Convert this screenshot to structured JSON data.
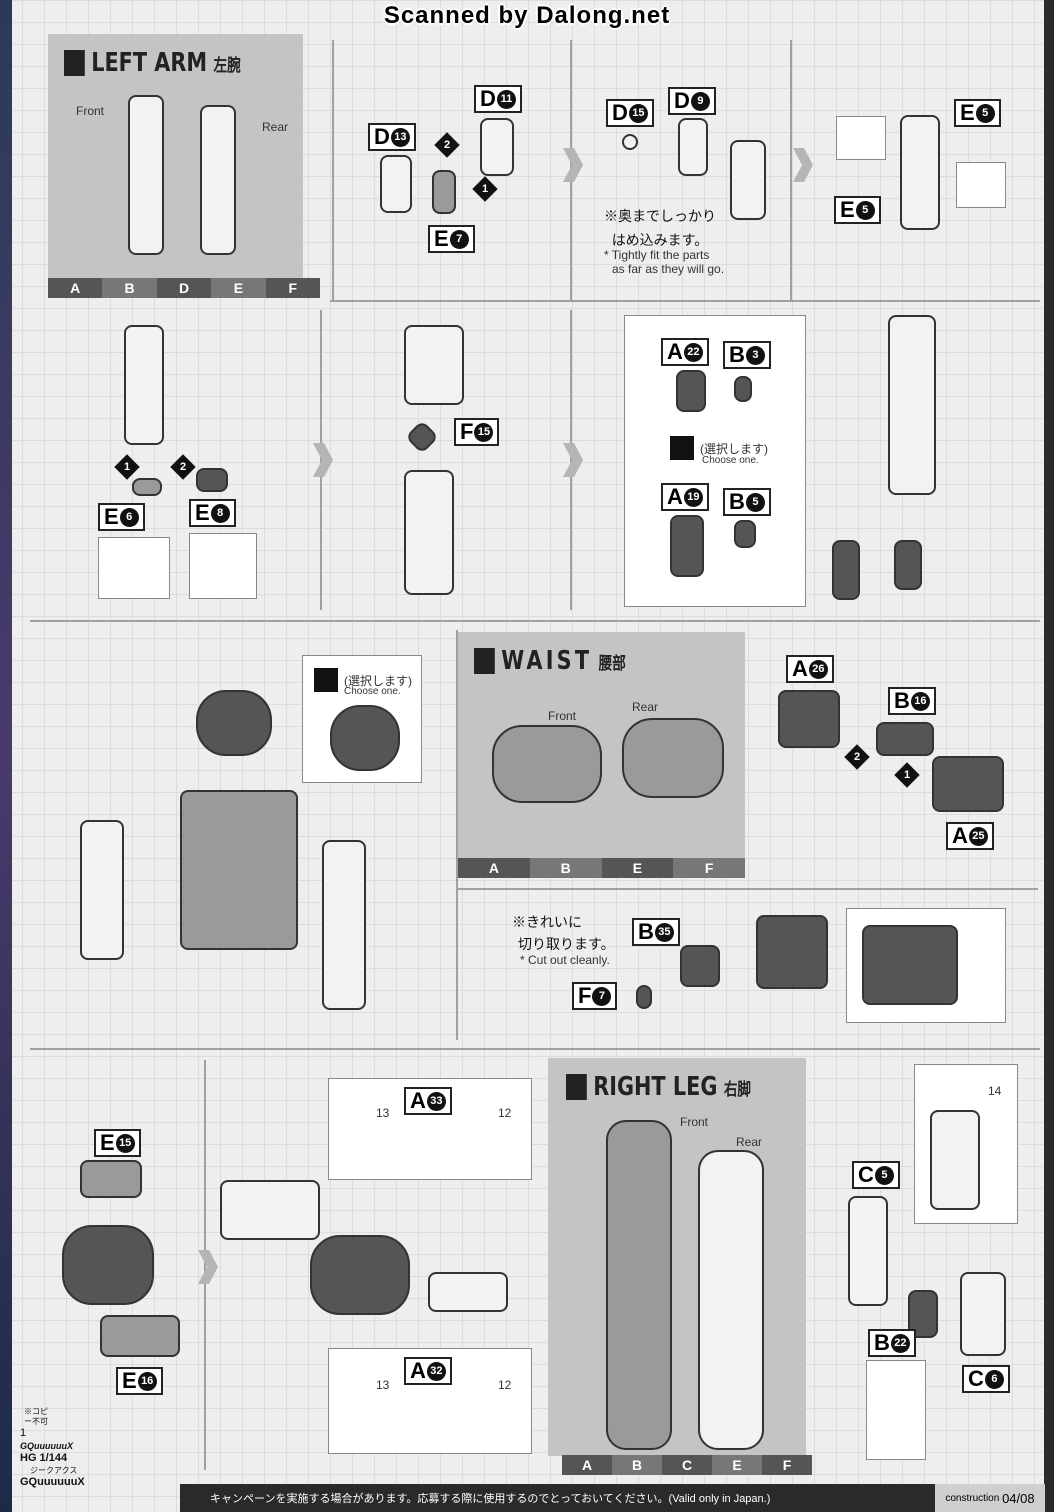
{
  "scan_credit": "Scanned by Dalong.net",
  "left_arm": {
    "title": "LEFT ARM",
    "title_jp": "左腕",
    "front": "Front",
    "rear": "Rear",
    "tabs": [
      "A",
      "B",
      "D",
      "E",
      "F"
    ]
  },
  "step1": {
    "labels": [
      "D13",
      "D11",
      "E7"
    ],
    "steps": [
      "2",
      "1"
    ]
  },
  "step2": {
    "labels": [
      "D15",
      "D9"
    ],
    "note_jp": "※奥までしっかり",
    "note_jp2": "はめ込みます。",
    "note_en": "* Tightly fit the parts",
    "note_en2": "as far as they will go."
  },
  "step3": {
    "labels": [
      "E5",
      "E5"
    ]
  },
  "step4": {
    "labels": [
      "E6",
      "E8"
    ],
    "steps": [
      "1",
      "2"
    ]
  },
  "step5": {
    "labels": [
      "F15"
    ]
  },
  "choose_box": {
    "labels": [
      "A22",
      "B3",
      "A19",
      "B5"
    ],
    "choose_jp": "(選択します)",
    "choose_en": "Choose one."
  },
  "assembly": {
    "choose_jp": "(選択します)",
    "choose_en": "Choose one."
  },
  "waist": {
    "title": "WAIST",
    "title_jp": "腰部",
    "front": "Front",
    "rear": "Rear",
    "tabs": [
      "A",
      "B",
      "E",
      "F"
    ]
  },
  "waist_step": {
    "labels": [
      "A26",
      "B16",
      "A25"
    ],
    "steps": [
      "2",
      "1"
    ]
  },
  "cut_step": {
    "labels": [
      "B35",
      "F7"
    ],
    "note_jp": "※きれいに",
    "note_jp2": "切り取ります。",
    "note_en": "* Cut out cleanly."
  },
  "waist_front": {
    "labels": [
      "E15",
      "E16"
    ]
  },
  "waist_skirt": {
    "labels": [
      "A33",
      "A32"
    ],
    "markers": [
      "13",
      "12",
      "13",
      "12"
    ]
  },
  "right_leg": {
    "title": "RIGHT LEG",
    "title_jp": "右脚",
    "front": "Front",
    "rear": "Rear",
    "tabs": [
      "A",
      "B",
      "C",
      "E",
      "F"
    ]
  },
  "leg_step": {
    "labels": [
      "C5",
      "B22",
      "C6"
    ],
    "marker": "14"
  },
  "side": {
    "copy": "※コピー不可",
    "num": "1",
    "brand": "GQuuuuuuX",
    "scale": "HG 1/144",
    "name_jp": "ジークアクス",
    "name": "GQuuuuuuX"
  },
  "footer": {
    "text": "キャンペーンを実施する場合があります。応募する際に使用するのでとっておいてください。(Valid only in Japan.)",
    "page_label": "construction",
    "page": "04/08"
  }
}
